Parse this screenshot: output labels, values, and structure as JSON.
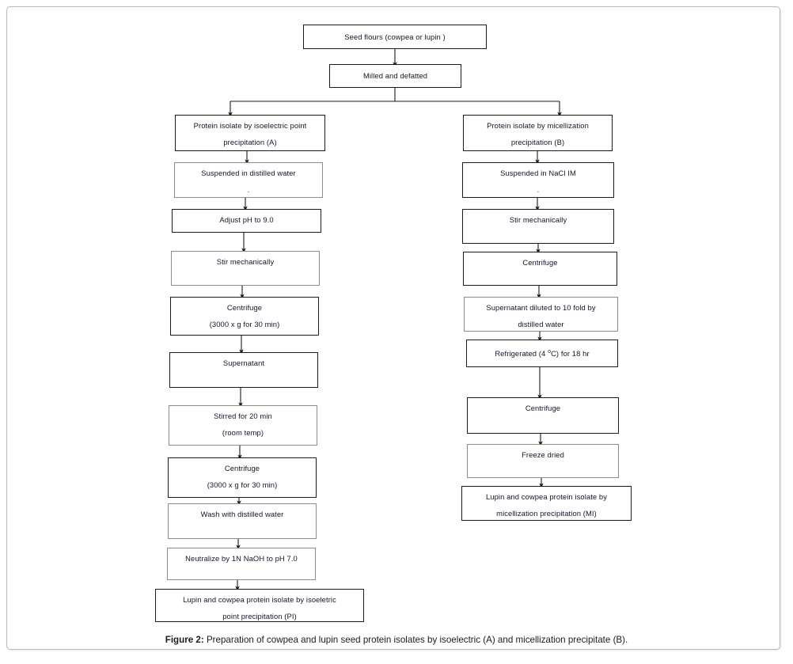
{
  "figure": {
    "caption_label": "Figure 2:",
    "caption_text": " Preparation of cowpea and lupin seed protein isolates by isoelectric (A) and micellization precipitate (B)."
  },
  "colors": {
    "box_border": "#1a1a1a",
    "box_border_light": "#8c8c8c",
    "text": "#14142b",
    "frame_border": "#b9b9b9",
    "background": "#ffffff",
    "arrow": "#1a1a1a"
  },
  "chart_data": {
    "type": "diagram",
    "title": "Preparation of cowpea and lupin seed protein isolates",
    "branches": [
      "A - isoelectric point precipitation",
      "B - micellization precipitation"
    ]
  },
  "flow": {
    "top": [
      {
        "id": "seed-flours",
        "line1": "Seed flours (cowpea or lupin )",
        "line2": ""
      },
      {
        "id": "milled-defatted",
        "line1": "Milled and defatted",
        "line2": ""
      }
    ],
    "left_branch": [
      {
        "id": "protein-isolate-a",
        "line1": "Protein isolate by isoelectric point",
        "line2": "precipitation (A)"
      },
      {
        "id": "suspended-distilled-water",
        "line1": "Suspended in distilled water",
        "line2": "."
      },
      {
        "id": "adjust-ph-9",
        "line1": "Adjust pH to 9.0",
        "line2": ""
      },
      {
        "id": "stir-mechanically-a",
        "line1": "Stir mechanically",
        "line2": ""
      },
      {
        "id": "centrifuge-a1",
        "line1": "Centrifuge",
        "line2": "(3000 x g for 30 min)"
      },
      {
        "id": "supernatant",
        "line1": "Supernatant",
        "line2": ""
      },
      {
        "id": "stirred-20-min",
        "line1": "Stirred for 20 min",
        "line2": "(room temp)"
      },
      {
        "id": "centrifuge-a2",
        "line1": "Centrifuge",
        "line2": "(3000 x g for 30 min)"
      },
      {
        "id": "wash-distilled-water",
        "line1": "Wash with distilled water",
        "line2": ""
      },
      {
        "id": "neutralize-naoh",
        "line1": "Neutralize by 1N NaOH to pH 7.0",
        "line2": ""
      },
      {
        "id": "protein-isolate-pi",
        "line1": "Lupin and cowpea protein isolate by isoeletric",
        "line2": "point precipitation (PI)"
      }
    ],
    "right_branch": [
      {
        "id": "protein-isolate-b",
        "line1": "Protein isolate by micellization",
        "line2": "precipitation (B)"
      },
      {
        "id": "suspended-nacl",
        "line1": "Suspended in NaCl IM",
        "line2": "."
      },
      {
        "id": "stir-mechanically-b",
        "line1": "Stir mechanically",
        "line2": ""
      },
      {
        "id": "centrifuge-b1",
        "line1": "Centrifuge",
        "line2": ""
      },
      {
        "id": "supernatant-diluted",
        "line1": "Supernatant diluted to 10 fold by",
        "line2": "distilled water"
      },
      {
        "id": "refrigerated",
        "line1": "Refrigerated (4 °C) for 18 hr",
        "line2": ""
      },
      {
        "id": "centrifuge-b2",
        "line1": "Centrifuge",
        "line2": ""
      },
      {
        "id": "freeze-dried",
        "line1": "Freeze dried",
        "line2": ""
      },
      {
        "id": "protein-isolate-mi",
        "line1": "Lupin and cowpea protein isolate by",
        "line2": "micellization precipitation (MI)"
      }
    ]
  }
}
